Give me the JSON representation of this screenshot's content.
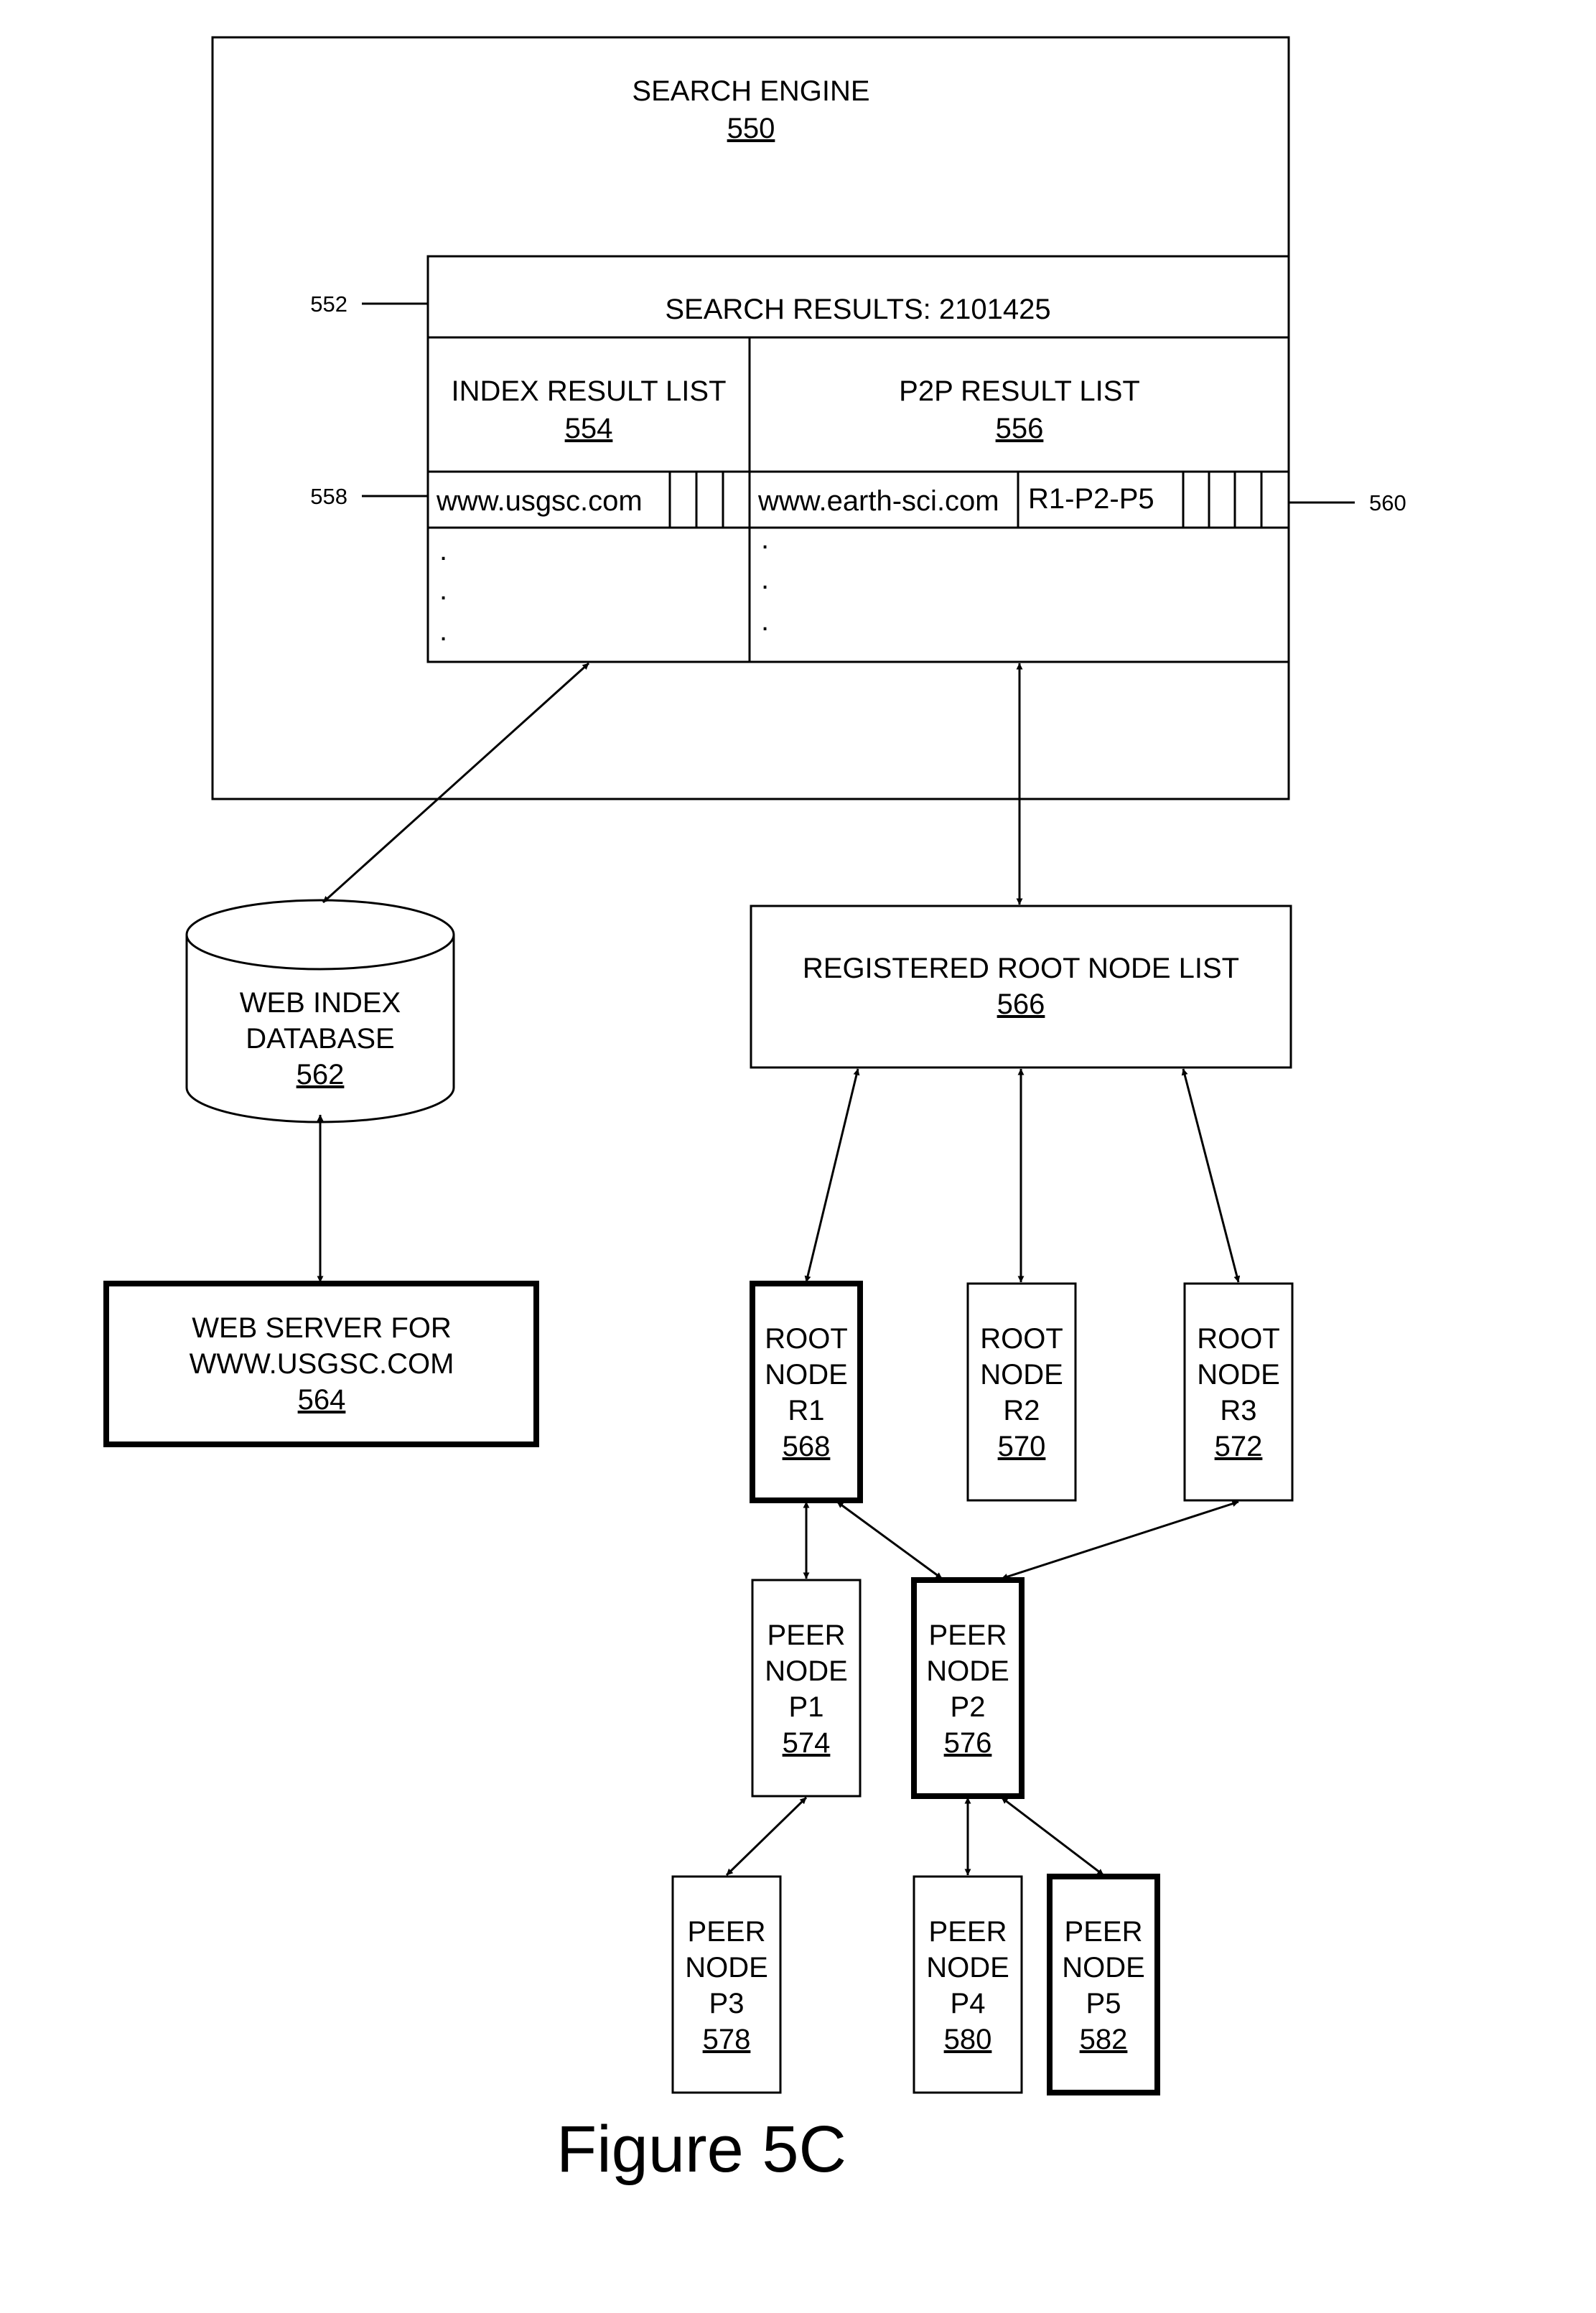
{
  "search_engine": {
    "title": "SEARCH ENGINE",
    "ref": "550"
  },
  "search_results": {
    "ref": "552",
    "label": "SEARCH RESULTS: 2101425"
  },
  "index_list": {
    "title": "INDEX RESULT LIST",
    "ref": "554",
    "row_ref": "558",
    "row_url": "www.usgsc.com",
    "ellipsis": "."
  },
  "p2p_list": {
    "title": "P2P RESULT LIST",
    "ref": "556",
    "row_ref": "560",
    "row_url": "www.earth-sci.com",
    "row_path": "R1-P2-P5",
    "ellipsis": "."
  },
  "web_index_db": {
    "line1": "WEB INDEX",
    "line2": "DATABASE",
    "ref": "562"
  },
  "web_server": {
    "line1": "WEB SERVER FOR",
    "line2": "WWW.USGSC.COM",
    "ref": "564"
  },
  "root_list": {
    "label": "REGISTERED ROOT NODE LIST",
    "ref": "566"
  },
  "nodes": {
    "r1": {
      "l1": "ROOT",
      "l2": "NODE",
      "l3": "R1",
      "ref": "568"
    },
    "r2": {
      "l1": "ROOT",
      "l2": "NODE",
      "l3": "R2",
      "ref": "570"
    },
    "r3": {
      "l1": "ROOT",
      "l2": "NODE",
      "l3": "R3",
      "ref": "572"
    },
    "p1": {
      "l1": "PEER",
      "l2": "NODE",
      "l3": "P1",
      "ref": "574"
    },
    "p2": {
      "l1": "PEER",
      "l2": "NODE",
      "l3": "P2",
      "ref": "576"
    },
    "p3": {
      "l1": "PEER",
      "l2": "NODE",
      "l3": "P3",
      "ref": "578"
    },
    "p4": {
      "l1": "PEER",
      "l2": "NODE",
      "l3": "P4",
      "ref": "580"
    },
    "p5": {
      "l1": "PEER",
      "l2": "NODE",
      "l3": "P5",
      "ref": "582"
    }
  },
  "figure_caption": "Figure 5C"
}
